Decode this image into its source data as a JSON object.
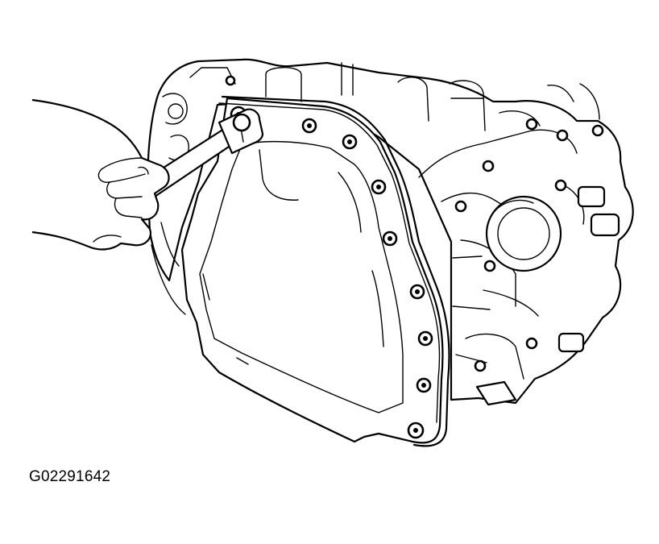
{
  "figure": {
    "code": "G02291642",
    "ink_color": "#000000",
    "background_color": "#ffffff"
  },
  "diagram": {
    "parts": [
      {
        "name": "transaxle-case"
      },
      {
        "name": "valve-body-cover"
      },
      {
        "name": "cover-gasket"
      },
      {
        "name": "cover-bolt",
        "count": 9
      },
      {
        "name": "socket-wrench"
      },
      {
        "name": "technician-hand"
      }
    ]
  }
}
